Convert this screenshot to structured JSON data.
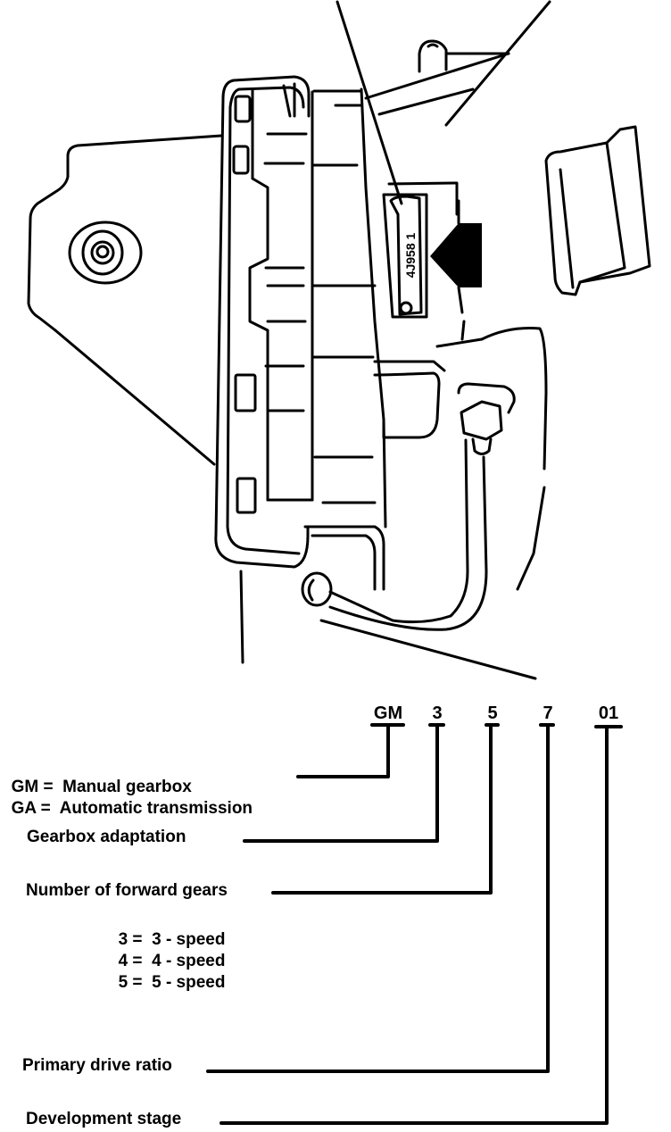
{
  "figure": {
    "stamp_number": "4J958 1",
    "ink_color": "#000000",
    "background": "#ffffff"
  },
  "code": {
    "segments": [
      {
        "text": "GM"
      },
      {
        "text": "3"
      },
      {
        "text": "5"
      },
      {
        "text": "7"
      },
      {
        "text": "01"
      }
    ]
  },
  "legend": {
    "gearbox_type": [
      {
        "key": "GM",
        "sep": "=",
        "value": "Manual gearbox"
      },
      {
        "key": "GA",
        "sep": "=",
        "value": "Automatic transmission"
      }
    ],
    "adaptation": "Gearbox adaptation",
    "forward_gears": {
      "label": "Number of forward gears",
      "options": [
        {
          "key": "3",
          "sep": "=",
          "value": "3 - speed"
        },
        {
          "key": "4",
          "sep": "=",
          "value": "4 - speed"
        },
        {
          "key": "5",
          "sep": "=",
          "value": "5 - speed"
        }
      ]
    },
    "drive_ratio": "Primary drive ratio",
    "development_stage": "Development stage"
  }
}
